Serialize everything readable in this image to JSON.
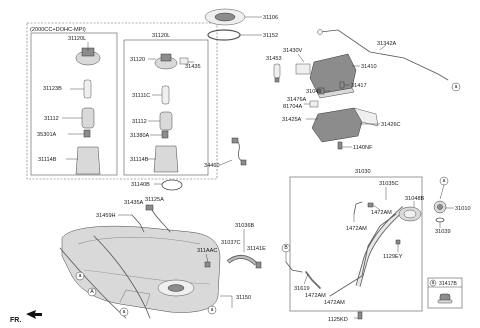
{
  "labels": {
    "engine_note": "(2000CC+DOHC-MPI)",
    "p31106": "31106",
    "p31152": "31152",
    "p31120L_a": "31120L",
    "p31120L_b": "31120L",
    "p31120": "31120",
    "p31435": "31435",
    "p31123B": "31123B",
    "p31111C": "31111C",
    "p31112_a": "31112",
    "p31112_b": "31112",
    "p35301A": "35301A",
    "p31380A": "31380A",
    "p31114B_a": "31114B",
    "p31114B_b": "31114B",
    "p34460": "34460",
    "p31140B": "31140B",
    "p31430V": "31430V",
    "p31453": "31453",
    "p31342A": "31342A",
    "p31410": "31410",
    "p31049": "31049",
    "p31417": "31417",
    "p31476A": "31476A",
    "p81704A": "81704A",
    "p31425A": "31425A",
    "p31426C": "31426C",
    "p1140NF": "1140NF",
    "p31030": "31030",
    "p31035C": "31035C",
    "p31048B": "31048B",
    "p31010": "31010",
    "p1472AM_a": "1472AM",
    "p1472AM_b": "1472AM",
    "p1472AM_c": "1472AM",
    "p1472AM_d": "1472AM",
    "p31039": "31039",
    "p1129EY": "1129EY",
    "p31619": "31619",
    "p31435A": "31435A",
    "p31125A": "31125A",
    "p31459H": "31459H",
    "p31036B": "31036B",
    "p31037C": "31037C",
    "p311AAC": "311AAC",
    "p31141E": "31141E",
    "p31150": "31150",
    "p1125KD": "1125KD",
    "p31417B": "31417B",
    "fr": "FR."
  },
  "callouts": {
    "a": "a",
    "A": "A",
    "B": "B"
  }
}
